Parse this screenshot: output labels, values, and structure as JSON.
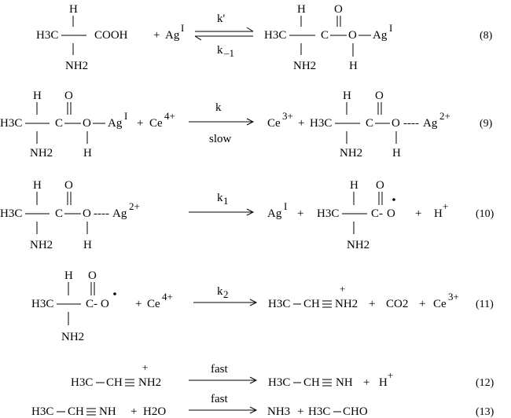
{
  "reactions": [
    {
      "number": "(8)",
      "left": {
        "h": "H",
        "core": "H3C",
        "group": "COOH",
        "nh2": "NH2"
      },
      "plus": "+",
      "reagent": "Ag",
      "reagent_sup": "I",
      "arrow_top": "k'",
      "arrow_bottom": "k",
      "arrow_bottom_sub": "–1",
      "product": {
        "h": "H",
        "core": "H3C",
        "c": "C",
        "o_top": "O",
        "o": "O",
        "metal": "Ag",
        "metal_sup": "I",
        "oh_h": "H",
        "nh2": "NH2"
      }
    },
    {
      "number": "(9)",
      "left": {
        "h": "H",
        "core": "H3C",
        "c": "C",
        "o_top": "O",
        "o": "O",
        "metal": "Ag",
        "metal_sup": "I",
        "oh_h": "H",
        "nh2": "NH2"
      },
      "plus": "+",
      "reagent": "Ce",
      "reagent_sup": "4+",
      "arrow_top": "k",
      "arrow_bottom": "slow",
      "product_ion": "Ce",
      "product_ion_sup": "3+",
      "plus2": "+",
      "product": {
        "h": "H",
        "core": "H3C",
        "c": "C",
        "o_top": "O",
        "o": "O",
        "bond": "----",
        "metal": "Ag",
        "metal_sup": "2+",
        "oh_h": "H",
        "nh2": "NH2"
      }
    },
    {
      "number": "(10)",
      "left": {
        "h": "H",
        "core": "H3C",
        "c": "C",
        "o_top": "O",
        "o": "O",
        "bond": "----",
        "metal": "Ag",
        "metal_sup": "2+",
        "oh_h": "H",
        "nh2": "NH2"
      },
      "arrow_top": "k",
      "arrow_top_sub": "1",
      "product_ion": "Ag",
      "product_ion_sup": "I",
      "plus": "+",
      "radical": {
        "h": "H",
        "core": "H3C",
        "c": "C-",
        "o_top": "O",
        "o": "O",
        "nh2": "NH2"
      },
      "plus2": "+",
      "proton": "H",
      "proton_sup": "+"
    },
    {
      "number": "(11)",
      "radical": {
        "h": "H",
        "core": "H3C",
        "c": "C-",
        "o_top": "O",
        "o": "O",
        "nh2": "NH2"
      },
      "plus": "+",
      "reagent": "Ce",
      "reagent_sup": "4+",
      "arrow_top": "k",
      "arrow_top_sub": "2",
      "product1": {
        "charge": "+",
        "core": "H3C",
        "ch": "CH",
        "nh2": "NH2"
      },
      "plus2": "+",
      "product2": "CO2",
      "plus3": "+",
      "product3": "Ce",
      "product3_sup": "3+"
    },
    {
      "number": "(12)",
      "left": {
        "charge": "+",
        "core": "H3C",
        "ch": "CH",
        "nh2": "NH2"
      },
      "arrow_top": "fast",
      "product": {
        "core": "H3C",
        "ch": "CH",
        "nh": "NH"
      },
      "plus": "+",
      "proton": "H",
      "proton_sup": "+"
    },
    {
      "number": "(13)",
      "left": {
        "core": "H3C",
        "ch": "CH",
        "nh": "NH"
      },
      "plus": "+",
      "water": "H2O",
      "arrow_top": "fast",
      "product1": "NH3",
      "plus2": "+",
      "product2": {
        "core": "H3C",
        "cho": "CHO"
      }
    }
  ]
}
